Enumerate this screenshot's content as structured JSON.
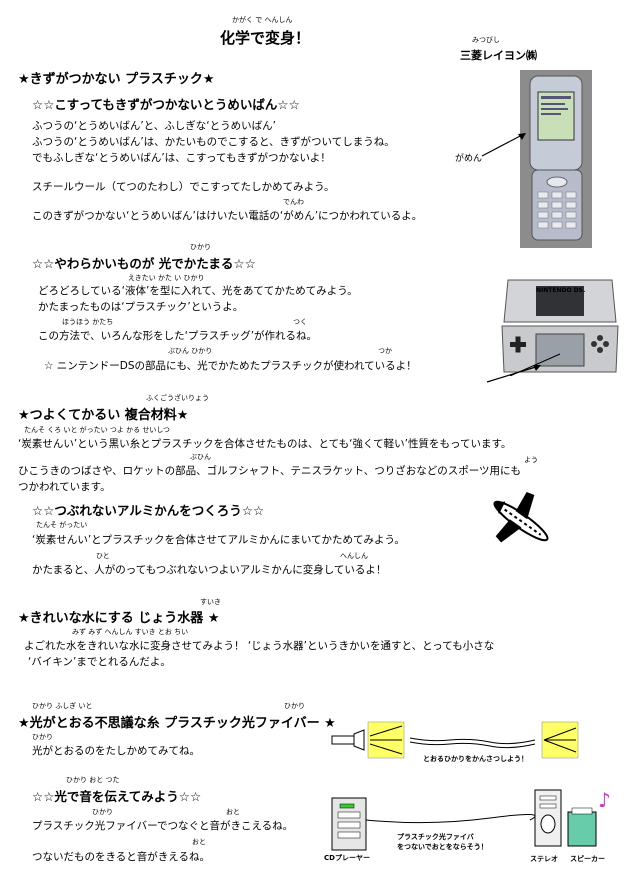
{
  "header": {
    "title_ruby": "かがく で へんしん",
    "title": "化学で変身！",
    "company_ruby": "みつびし",
    "company": "三菱レイヨン㈱"
  },
  "section1": {
    "heading": "★きずがつかない プラスチック★",
    "sub1": "☆☆こすってもきずがつかないとうめいばん☆☆",
    "lines": [
      "ふつうの‘とうめいばん’と、ふしぎな‘とうめいばん’",
      "ふつうの‘とうめいばん’は、かたいものでこすると、きずがついてしまうね。",
      "でもふしぎな‘とうめいばん’は、こすってもきずがつかないよ！",
      "スチールウール（てつのたわし）でこすってたしかめてみよう。",
      "このきずがつかない‘とうめいばん’はけいたい電話の‘がめん’につかわれているよ。"
    ],
    "ruby_denwa": "でんわ",
    "phone_label": "がめん",
    "sub2_ruby": "ひかり",
    "sub2": "☆☆やわらかいものが 光でかたまる☆☆",
    "ruby_line6": "えきたい    かた い        ひかり",
    "lines2": [
      "どろどろしている‘液体’を型に入れて、光をあててかためてみよう。",
      "かたまったものは‘プラスチック’というよ。"
    ],
    "ruby_line8a": "ほうほう            かたち",
    "ruby_line8b": "つく",
    "line8": "この方法で、いろんな形をした‘プラスチッグ’が作れるね。",
    "ruby_line9a": "ぶひん          ひかり",
    "ruby_line9b": "つか",
    "line9": "☆ ニンテンドーDSの部品にも、光でかためたプラスチックが使われているよ！",
    "ds_label": "NINTENDO DS."
  },
  "section2": {
    "heading_ruby": "ふくごうざいりょう",
    "heading": "★つよくてかるい  複合材料★",
    "ruby_a": "たんそ                    くろ   いと                                      がったい                                      つよ     かる      せいしつ",
    "line_a": "‘炭素せんい’という黒い糸とプラスチックを合体させたものは、とても‘強くて軽い’性質をもっています。",
    "ruby_b": "ぶひん",
    "line_b1": "ひこうきのつばさや、ロケットの部品、ゴルフシャフト、テニスラケット、つりざおなどのスポーツ用にも",
    "ruby_you": "よう",
    "line_b2": "つかわれています。",
    "sub": "☆☆つぶれないアルミかんをつくろう☆☆",
    "ruby_c": "たんそ                                      がったい",
    "line_c": "‘炭素せんい’とプラスチックを合体させてアルミかんにまいてかためてみよう。",
    "ruby_d1": "ひと",
    "ruby_d2": "へんしん",
    "line_d": "かたまると、人がのってもつぶれないつよいアルミかんに変身しているよ！"
  },
  "section3": {
    "heading_ruby": "すいき",
    "heading": "★きれいな水にする じょう水器 ★",
    "ruby_a": "みず               みず   へんしん                             すいき                  とお                 ちい",
    "line_a": "よごれた水をきれいな水に変身させてみよう！ ‘じょう水器’というきかいを通すと、とっても小さな",
    "line_b": "‘バイキン’までとれるんだよ。"
  },
  "section4": {
    "heading_ruby_a": "ひかり         ふしぎ        いと",
    "heading_ruby_b": "ひかり",
    "heading": "★光がとおる不思議な糸 プラスチック光ファイバー ★",
    "ruby_a": "ひかり",
    "line_a": "光がとおるのをたしかめてみてね。",
    "fiber_caption": "とおるひかりをかんさつしよう！",
    "sub_ruby": "ひかり おと つた",
    "sub": "☆☆光で音を伝えてみよう☆☆",
    "ruby_b1": "ひかり",
    "ruby_b2": "おと",
    "line_b": "プラスチック光ファイバーでつなぐと音がきこえるね。",
    "ruby_c": "おと",
    "line_c": "つないだものをきると音がきえるね。",
    "cd_label": "CDプレーヤー",
    "cable_label_1": "プラスチック光ファイバ",
    "cable_label_2": "をつないでおとをならそう！",
    "stereo_label": "ステレオ",
    "speaker_label": "スピーカー",
    "note_glyph": "♪"
  }
}
